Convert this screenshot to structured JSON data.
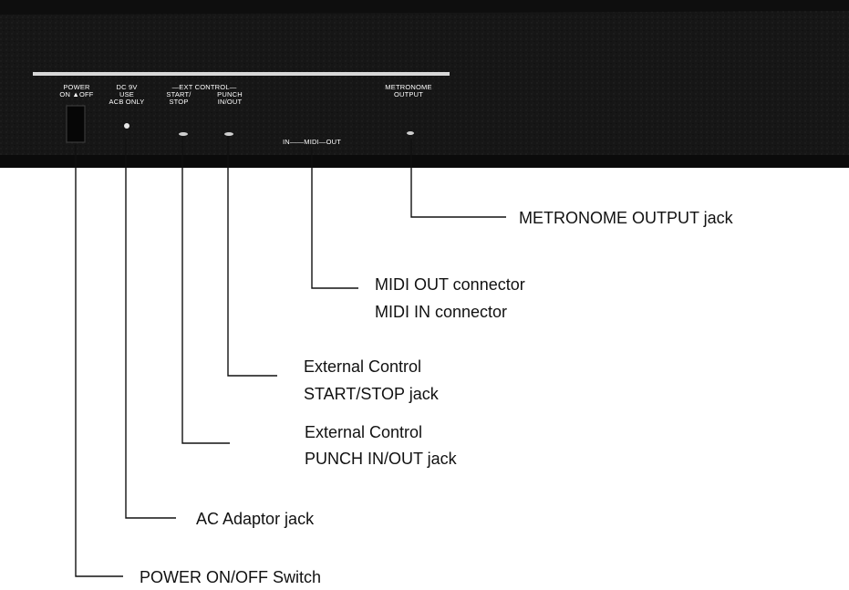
{
  "panel_labels": {
    "power": [
      "POWER",
      "ON ▲OFF"
    ],
    "dc": [
      "DC 9V",
      "USE",
      "ACB ONLY"
    ],
    "ext_control": "—EXT CONTROL—",
    "start_stop": [
      "START/",
      "STOP"
    ],
    "punch": [
      "PUNCH",
      "IN/OUT"
    ],
    "midi": "IN——MIDI—OUT",
    "metronome": [
      "METRONOME",
      "OUTPUT"
    ]
  },
  "callouts": {
    "metronome": "METRONOME OUTPUT jack",
    "midi_out": "MIDI OUT connector",
    "midi_in": "MIDI IN connector",
    "start_stop": [
      "External Control",
      "START/STOP jack"
    ],
    "punch": [
      "External Control",
      "PUNCH IN/OUT jack"
    ],
    "ac_adaptor": "AC Adaptor jack",
    "power": "POWER ON/OFF Switch"
  },
  "colors": {
    "panel": "#141414",
    "panel_edge": "#2a2a2a",
    "stripe": "#d8d8d8",
    "ink": "#111111"
  }
}
